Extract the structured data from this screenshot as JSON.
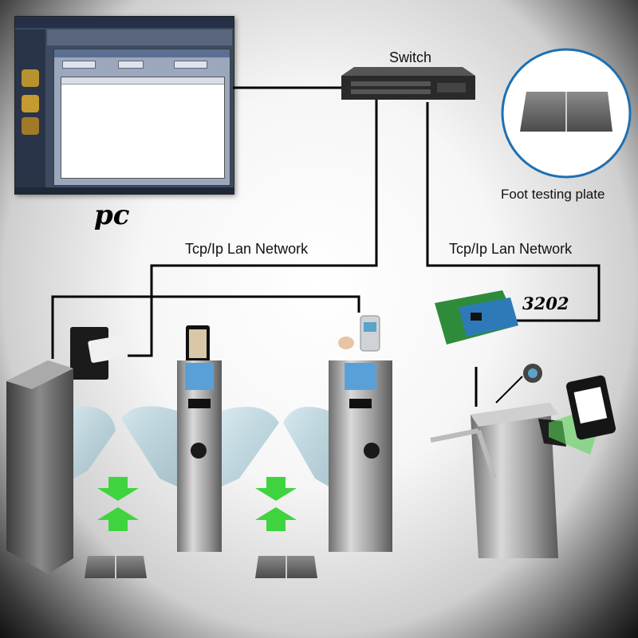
{
  "labels": {
    "switch": "Switch",
    "pc": "pc",
    "foot_plate": "Foot testing plate",
    "network_left": "Tcp/Ip Lan Network",
    "network_right": "Tcp/Ip Lan Network",
    "controller_model": "3202"
  },
  "colors": {
    "cable": "#000000",
    "arrow_green": "#3fd43f",
    "steel": "#9c9c9c",
    "glass": "#a7c9d4",
    "pcb_green": "#2e8b3a",
    "pcb_blue": "#2e7ab8"
  },
  "icons": {
    "pc": "desktop-software-window",
    "switch": "network-switch",
    "plate": "foot-plate",
    "card_reader": "card-reader",
    "face_terminal": "face-recognition-terminal",
    "fingerprint": "fingerprint-reader",
    "controller": "access-controller-board",
    "qr": "qr-code-phone",
    "turnstile": "tripod-turnstile"
  }
}
